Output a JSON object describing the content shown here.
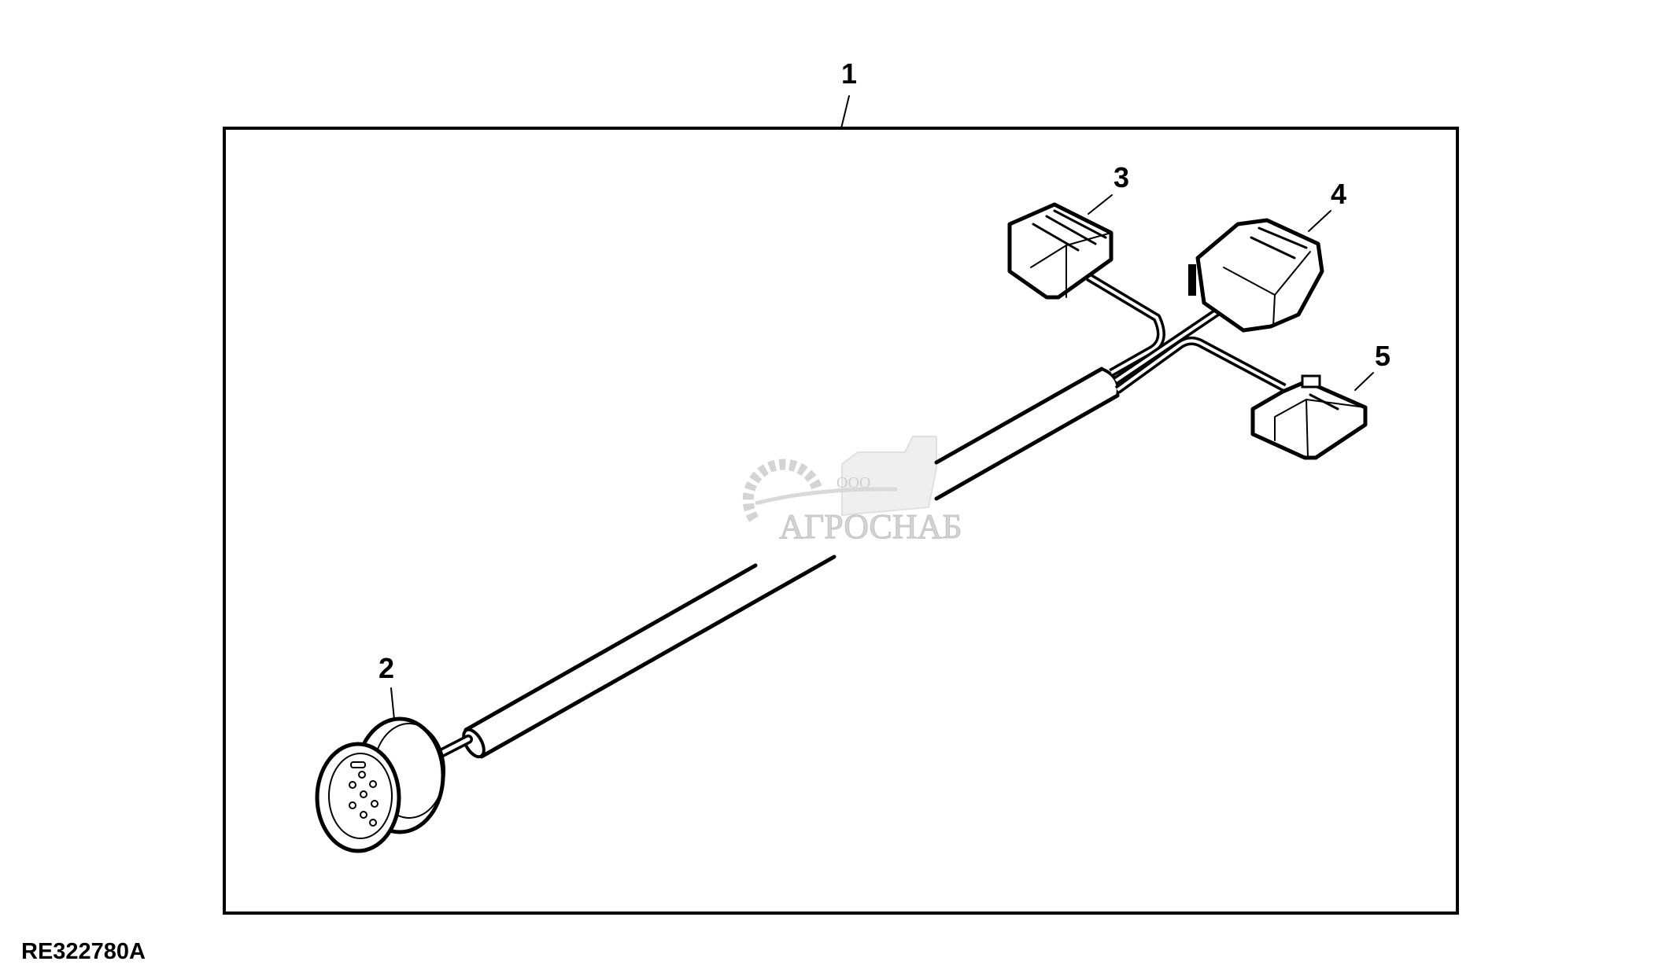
{
  "diagram": {
    "callouts": {
      "c1": "1",
      "c2": "2",
      "c3": "3",
      "c4": "4",
      "c5": "5"
    },
    "figure_id": "RE322780A",
    "watermark": {
      "prefix": "ООО",
      "name": "АГРОСНАБ"
    }
  }
}
